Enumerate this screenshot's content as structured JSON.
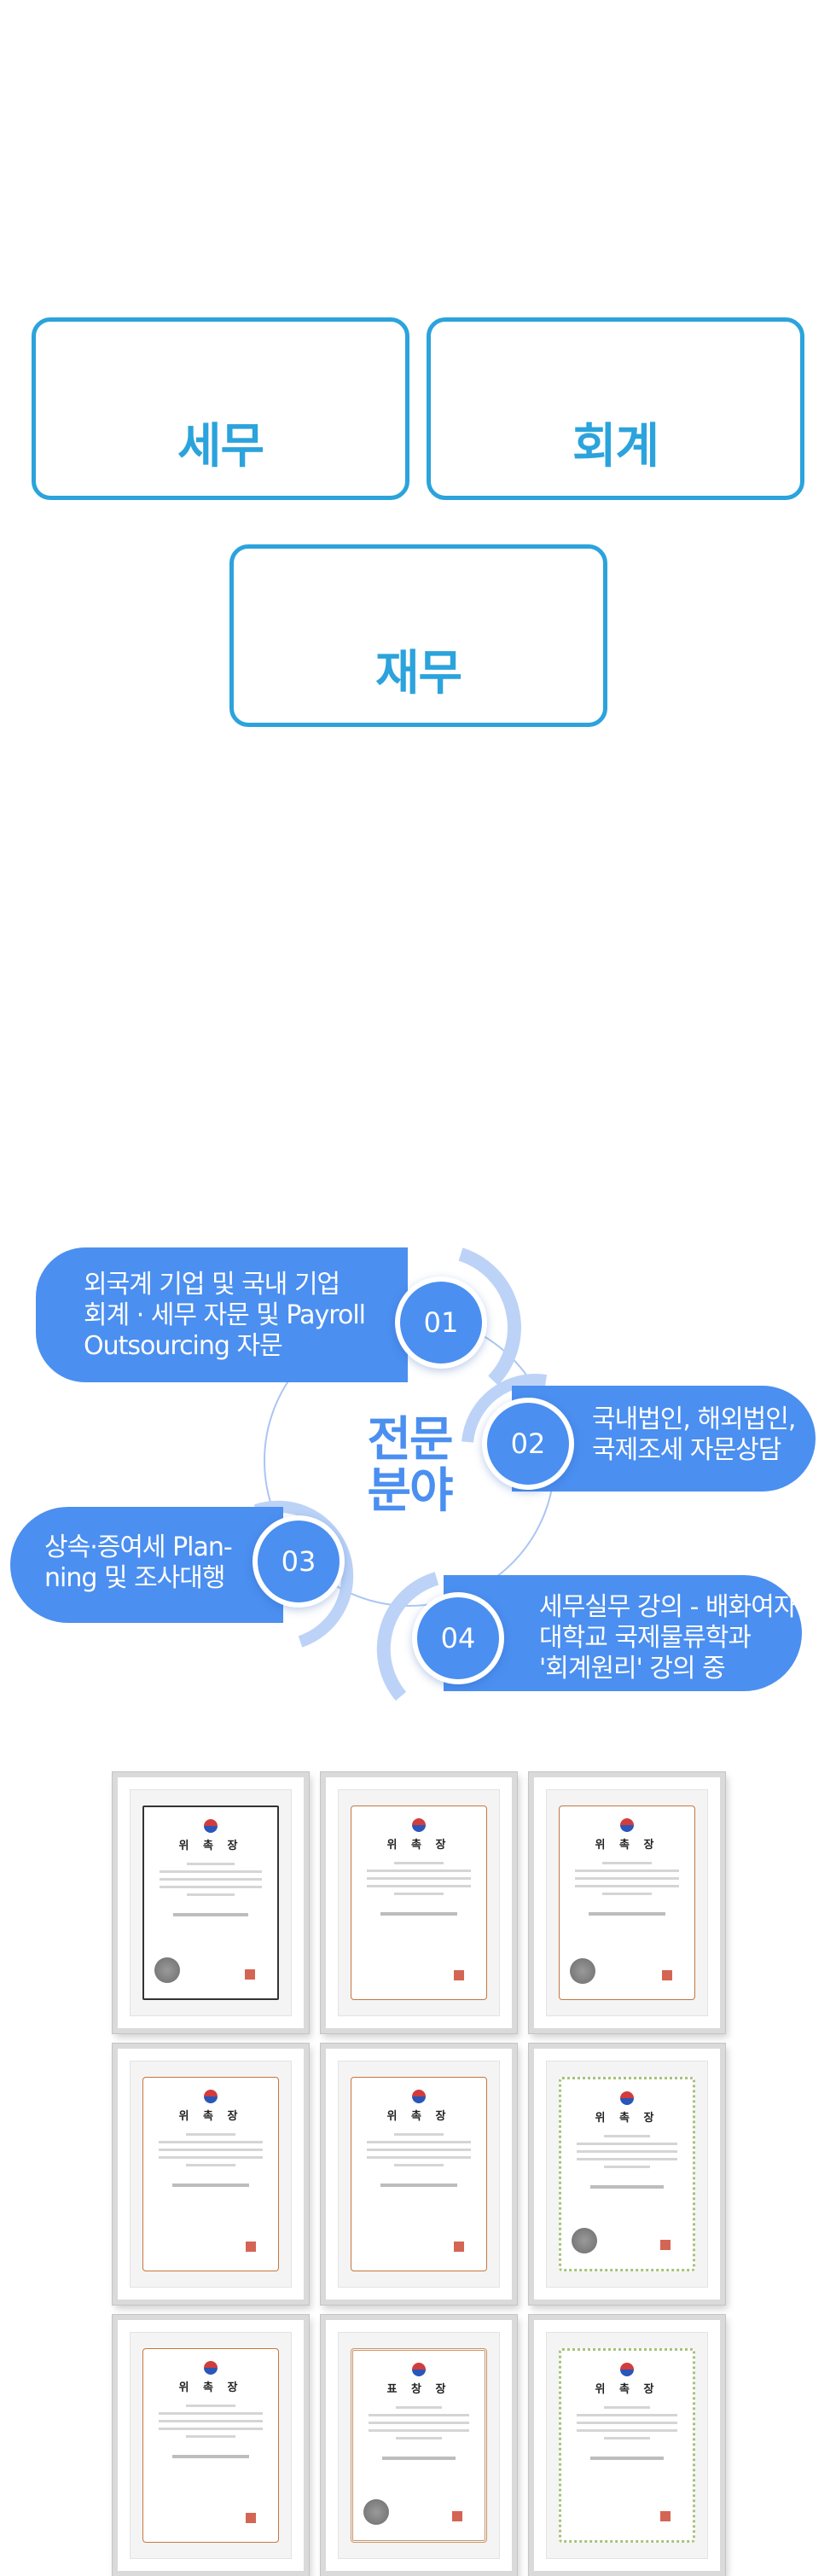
{
  "services": {
    "tax": "세무",
    "accounting": "회계",
    "finance": "재무"
  },
  "expertise": {
    "center_title_line1": "전문",
    "center_title_line2": "분야",
    "items": [
      {
        "number": "01",
        "lines": [
          "외국계 기업 및 국내 기업",
          "회계 · 세무 자문 및  Payroll",
          "Outsourcing 자문"
        ]
      },
      {
        "number": "02",
        "lines": [
          "국내법인, 해외법인,",
          "국제조세 자문상담"
        ]
      },
      {
        "number": "03",
        "lines": [
          "상속·증여세 Plan-",
          "ning 및 조사대행"
        ]
      },
      {
        "number": "04",
        "lines": [
          "세무실무 강의 - 배화여자",
          "대학교 국제물류학과",
          "'회계원리' 강의 중"
        ]
      }
    ]
  },
  "certificates": {
    "titles": [
      "위 촉 장",
      "위 촉 장",
      "위 촉 장",
      "위 촉 장",
      "위 촉 장",
      "위 촉 장",
      "위 촉 장",
      "표 창 장",
      "위 촉 장"
    ],
    "styles": [
      "dark",
      "plain",
      "plain",
      "plain",
      "plain",
      "lace",
      "plain",
      "ornate",
      "lace"
    ]
  },
  "colors": {
    "service_accent": "#2ba3dc",
    "expertise_blue": "#4b8ff0"
  }
}
